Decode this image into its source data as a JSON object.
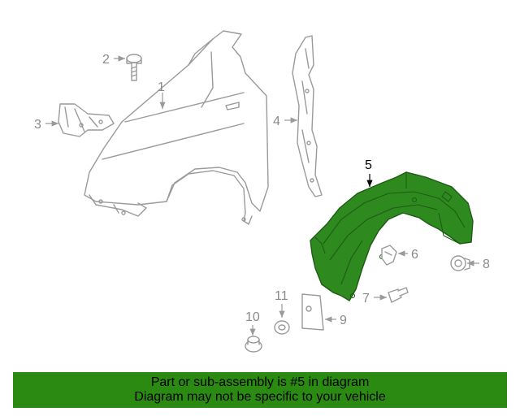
{
  "callouts": {
    "c1": "1",
    "c2": "2",
    "c3": "3",
    "c4": "4",
    "c5": "5",
    "c6": "6",
    "c7": "7",
    "c8": "8",
    "c9": "9",
    "c10": "10",
    "c11": "11"
  },
  "highlight": {
    "part": "5",
    "color": "#2e8a1f"
  },
  "banner": {
    "line1": "Part or sub-assembly is #5 in diagram",
    "line2": "Diagram may not be specific to your vehicle",
    "background": "#2a8a12"
  }
}
